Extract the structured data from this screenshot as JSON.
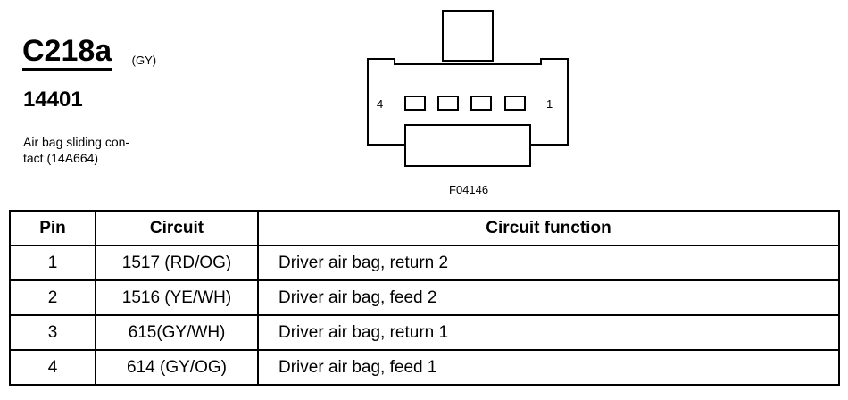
{
  "connector": {
    "id": "C218a",
    "color": "(GY)",
    "part_number": "14401",
    "description_line1": "Air bag sliding con-",
    "description_line2": "tact (14A664)"
  },
  "diagram": {
    "pin_label_left": "4",
    "pin_label_right": "1",
    "figure_id": "F04146"
  },
  "table": {
    "headers": [
      "Pin",
      "Circuit",
      "Circuit function"
    ],
    "rows": [
      {
        "pin": "1",
        "circuit": "1517 (RD/OG)",
        "function": "Driver air bag, return 2"
      },
      {
        "pin": "2",
        "circuit": "1516 (YE/WH)",
        "function": "Driver air bag, feed 2"
      },
      {
        "pin": "3",
        "circuit": "615(GY/WH)",
        "function": "Driver air bag, return 1"
      },
      {
        "pin": "4",
        "circuit": "614 (GY/OG)",
        "function": "Driver air bag, feed 1"
      }
    ]
  }
}
